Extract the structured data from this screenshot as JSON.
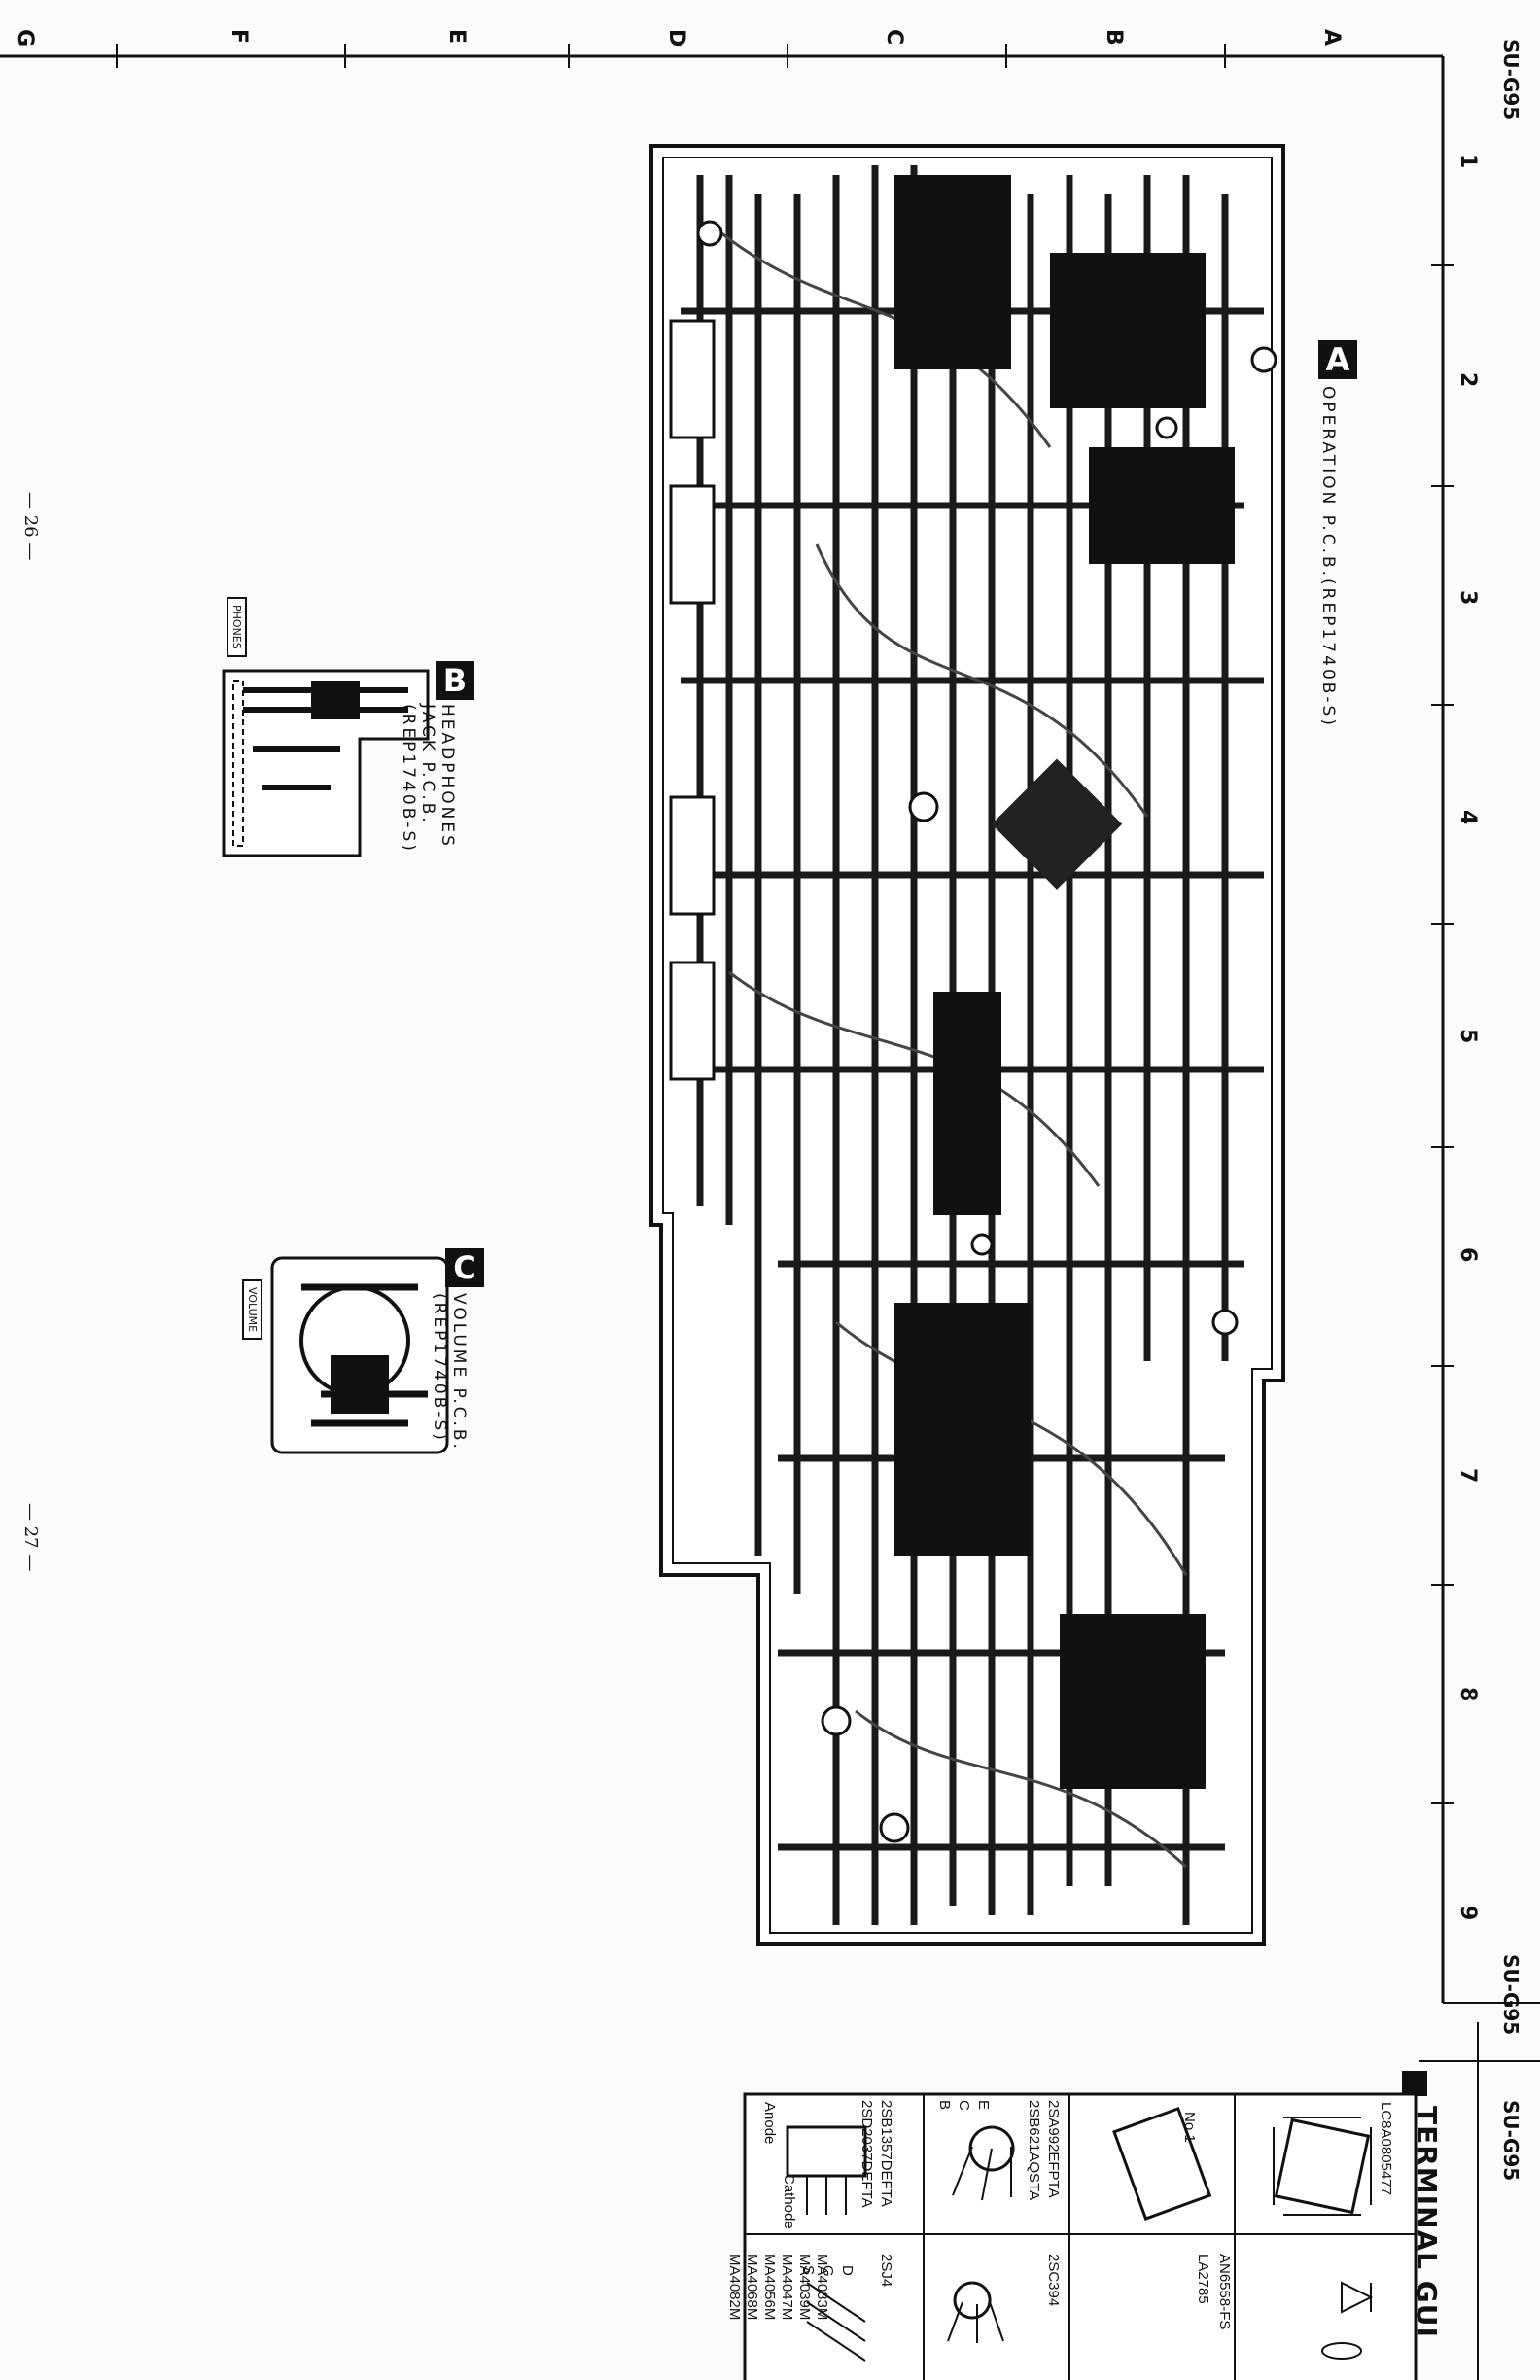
{
  "header": {
    "model_tab_top": "SU-G95",
    "model_tab_mid": "SU-G95",
    "model_tab_right": "SU-G95"
  },
  "grid": {
    "letters": [
      "A",
      "B",
      "C",
      "D",
      "E",
      "F",
      "G"
    ],
    "numbers": [
      "1",
      "2",
      "3",
      "4",
      "5",
      "6",
      "7",
      "8",
      "9"
    ]
  },
  "boards": {
    "a": {
      "badge": "A",
      "title": "OPERATION P.C.B.(REP1740B-S)"
    },
    "b": {
      "badge": "B",
      "title_line1": "HEADPHONES",
      "title_line2": "JACK P.C.B.",
      "title_line3": "(REP1740B-S)",
      "jack_label": "PHONES"
    },
    "c": {
      "badge": "C",
      "title_line1": "VOLUME P.C.B.",
      "title_line2": "(REP1740B-S)",
      "control_label": "VOLUME"
    }
  },
  "pages": {
    "left": "— 26 —",
    "right": "— 27 —"
  },
  "terminal_guide": {
    "title": "TERMINAL GUI",
    "parts": [
      {
        "label": "LC8A0805477"
      },
      {
        "label": "AN6558-FS"
      },
      {
        "label": "LA2785"
      },
      {
        "label": "2SA992EFPTA"
      },
      {
        "label": "2SB621AQSTA"
      },
      {
        "label": "2SC394"
      },
      {
        "label": "2SB1357DEFTA"
      },
      {
        "label": "2SD2037DEFTA"
      },
      {
        "label": "2SJ4"
      },
      {
        "label": "MA4033M"
      },
      {
        "label": "MA4039M"
      },
      {
        "label": "MA4047M"
      },
      {
        "label": "MA4056M"
      },
      {
        "label": "MA4068M"
      },
      {
        "label": "MA4082M"
      }
    ],
    "pin_labels": {
      "no1": "No.1",
      "cathode": "Cathode",
      "anode": "Anode",
      "e": "E",
      "c": "C",
      "b": "B",
      "d": "D",
      "g": "G",
      "s": "S"
    }
  },
  "colors": {
    "ink": "#111111",
    "paper": "#fbfbf9"
  }
}
